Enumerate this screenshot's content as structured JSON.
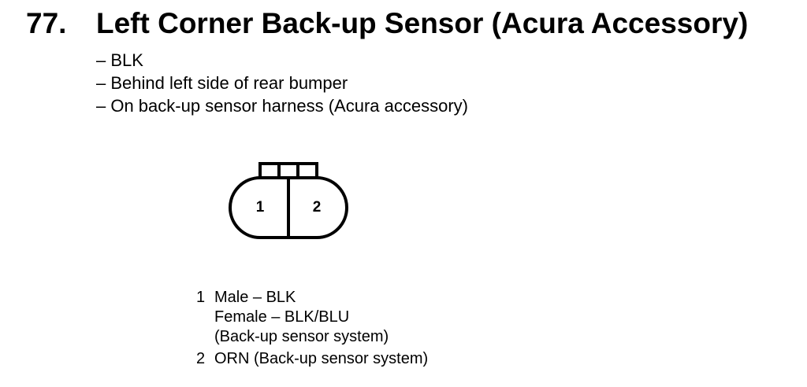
{
  "heading": {
    "number": "77.",
    "title": "Left Corner Back-up Sensor (Acura Accessory)"
  },
  "details": [
    "– BLK",
    "– Behind left side of rear bumper",
    "– On back-up sensor harness (Acura accessory)"
  ],
  "connector": {
    "pin1_label": "1",
    "pin2_label": "2"
  },
  "pins": [
    {
      "number": "1",
      "lines": [
        "Male – BLK",
        "Female – BLK/BLU",
        "(Back-up sensor system)"
      ]
    },
    {
      "number": "2",
      "lines": [
        "ORN (Back-up sensor system)"
      ]
    }
  ]
}
